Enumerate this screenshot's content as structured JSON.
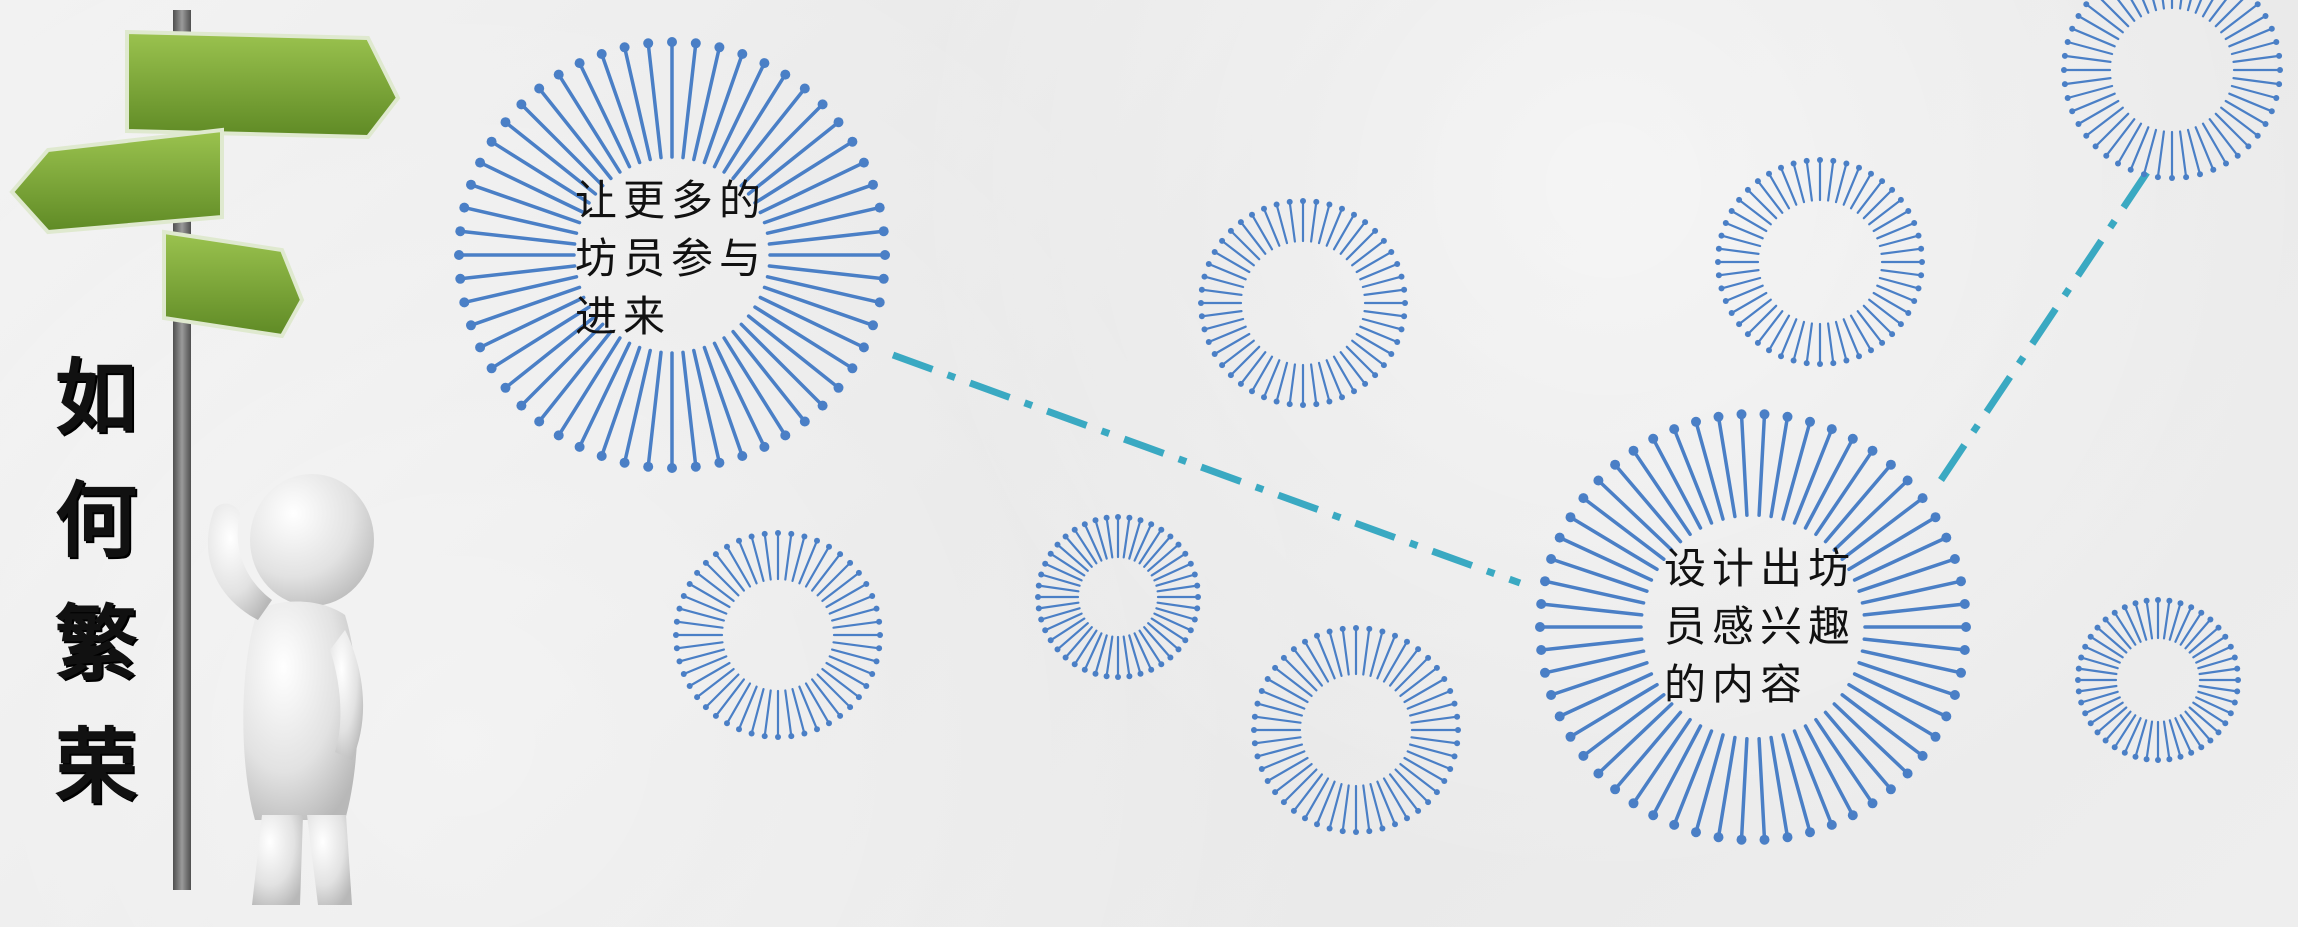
{
  "title": {
    "chars": [
      "如",
      "何",
      "繁",
      "荣"
    ]
  },
  "nodes": [
    {
      "lines": [
        "让更多的",
        "坊员参与",
        "进来"
      ]
    },
    {
      "lines": [
        "设计出坊",
        "员感兴趣",
        "的内容"
      ]
    }
  ],
  "colors": {
    "ring": "#4a7fc6",
    "connector": "#3aa9c2",
    "sign_green": "#7aa63a",
    "pole": "#6f6f6f",
    "text": "#111111"
  },
  "icons": [
    "signpost-icon",
    "thinking-figure-icon"
  ]
}
